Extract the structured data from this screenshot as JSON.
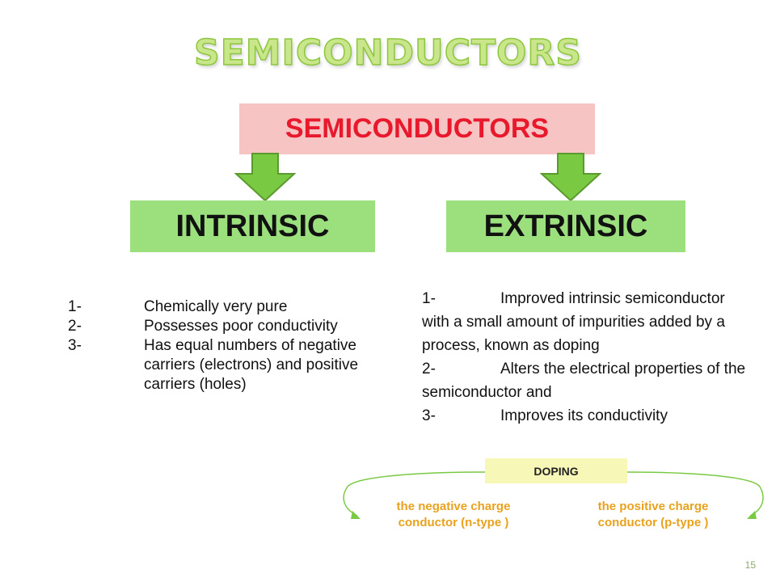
{
  "slide": {
    "title": "SEMICONDUCTORS",
    "page_number": "15"
  },
  "diagram": {
    "root": "SEMICONDUCTORS",
    "left_branch": "INTRINSIC",
    "right_branch": "EXTRINSIC"
  },
  "intrinsic_points": [
    {
      "num": "1-",
      "text": "Chemically very pure"
    },
    {
      "num": "2-",
      "text": "Possesses poor conductivity"
    },
    {
      "num": "3-",
      "text": "Has equal numbers of negative carriers (electrons) and positive carriers (holes)"
    }
  ],
  "extrinsic_points": [
    {
      "num": "1-",
      "text": "Improved intrinsic semiconductor with a small amount of impurities added by a process, known as doping"
    },
    {
      "num": "2-",
      "text": "Alters the electrical properties of the semiconductor and"
    },
    {
      "num": "3-",
      "text": "Improves its conductivity"
    }
  ],
  "doping": {
    "label": "DOPING",
    "n_type": "the negative charge conductor (n-type )",
    "p_type": "the positive charge conductor (p-type )"
  },
  "colors": {
    "root_fill": "#f7c4c4",
    "root_text": "#e8192c",
    "branch_fill": "#9be07d",
    "arrow_fill": "#7ac943",
    "doping_fill": "#f7f7b8",
    "doping_text": "#e8a21e",
    "title_fill": "#c9e78a"
  }
}
